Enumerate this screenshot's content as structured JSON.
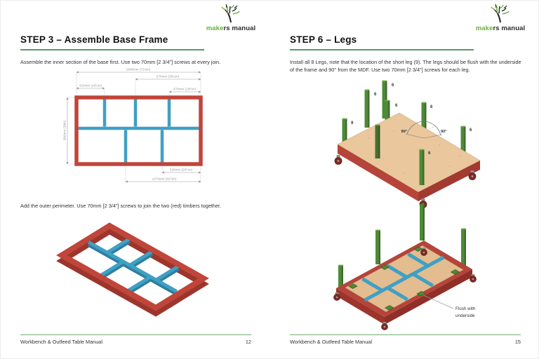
{
  "logo": {
    "highlight": "make",
    "rest": "rs manual",
    "green": "#6cae3e"
  },
  "left_page": {
    "title": "STEP 3 – Assemble Base Frame",
    "intro": "Assemble the inner section of the base first. Use two 70mm [2 3/4\"] screws at every join.",
    "note": "Add the outer perimeter. Use 70mm [2 3/4\"] screws to join the two (red) timbers together.",
    "plan_dims": {
      "total": "1848mm (72¾in)",
      "right_span": "970mm (38¼in)",
      "left_bay": "420mm (16½in)",
      "right_bay": "470mm (18½in)",
      "height": "990mm (39in)",
      "bottom_bay": "520mm (20½in)",
      "bottom_span": "1070mm (42⅛in)"
    },
    "footer": {
      "text": "Workbench & Outfeed Table Manual",
      "page": "12"
    }
  },
  "right_page": {
    "title": "STEP 6 – Legs",
    "intro": "Install all 8 Legs, note that the location of the short leg (9). The legs should be flush with the underside of the frame and 90° from the MDF. Use two 70mm [2 3/4\"] screws for each leg.",
    "diagram_labels": {
      "leg": "6",
      "short_leg": "9",
      "angle": "90°"
    },
    "callout": {
      "line1": "Flush with",
      "line2": "underside"
    },
    "footer": {
      "text": "Workbench & Outfeed Table Manual",
      "page": "15"
    }
  },
  "colors": {
    "accent_green": "#4f9d63",
    "frame_red": "#c0453a",
    "member_blue": "#3fa0c4",
    "leg_green": "#4f8a38",
    "mdf_tan": "#eac79c"
  }
}
